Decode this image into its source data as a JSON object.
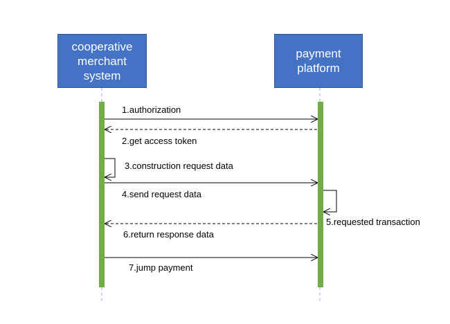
{
  "actors": {
    "merchant": {
      "lines": [
        "cooperative",
        "merchant",
        "system"
      ]
    },
    "platform": {
      "lines": [
        "payment",
        "platform"
      ]
    }
  },
  "messages": [
    {
      "id": "m1",
      "label": "1.authorization",
      "from": "merchant",
      "to": "platform",
      "style": "solid"
    },
    {
      "id": "m2",
      "label": "2.get access token",
      "from": "platform",
      "to": "merchant",
      "style": "dashed"
    },
    {
      "id": "m3",
      "label": "3.construction request data",
      "from": "merchant",
      "to": "merchant",
      "style": "self"
    },
    {
      "id": "m4",
      "label": "4.send request data",
      "from": "merchant",
      "to": "platform",
      "style": "solid"
    },
    {
      "id": "m5",
      "label": "5.requested transaction",
      "from": "platform",
      "to": "platform",
      "style": "self"
    },
    {
      "id": "m6",
      "label": "6.return response data",
      "from": "platform",
      "to": "merchant",
      "style": "dashed"
    },
    {
      "id": "m7",
      "label": "7.jump payment",
      "from": "merchant",
      "to": "platform",
      "style": "solid"
    }
  ],
  "colors": {
    "actor_fill": "#4472c4",
    "actor_text": "#ffffff",
    "activation_bar": "#70ad47",
    "lifeline": "#8faadc",
    "arrow": "#000000"
  }
}
